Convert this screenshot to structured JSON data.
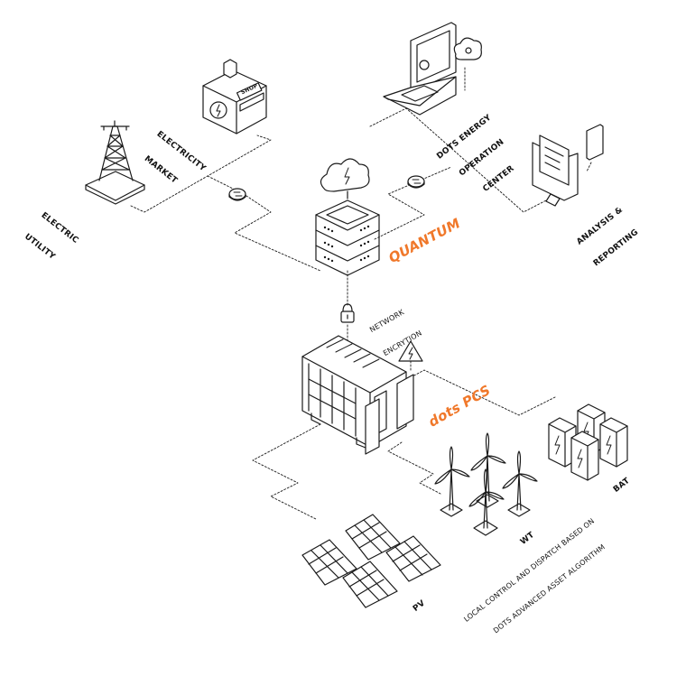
{
  "diagram": {
    "accent_color": "#f0782a",
    "line_color": "#1a1a1a",
    "nodes": {
      "utility": {
        "label_line1": "ELECTRIC",
        "label_line2": "UTILITY",
        "icon": "transmission-tower-icon"
      },
      "market": {
        "label_line1": "ELECTRICITY",
        "label_line2": "MARKET",
        "icon": "shop-icon",
        "sign": "SHOP"
      },
      "operation_center": {
        "label_line1": "DOTS ENERGY",
        "label_line2": "OPERATION",
        "label_line3": "CENTER",
        "icon": "laptop-icon"
      },
      "analysis": {
        "label_line1": "ANALYSIS &",
        "label_line2": "REPORTING",
        "icon": "monitor-report-icon"
      },
      "quantum": {
        "label": "QUANTUM",
        "icon": "server-stack-icon"
      },
      "encryption": {
        "label_line1": "NETWORK",
        "label_line2": "ENCRYTION",
        "icon": "padlock-icon"
      },
      "pcs": {
        "label": "dots PCS",
        "icon": "pcs-cabinet-icon"
      },
      "pv": {
        "label": "PV",
        "icon": "solar-panel-icon"
      },
      "wt": {
        "label": "WT",
        "icon": "wind-turbine-icon"
      },
      "bat": {
        "label": "BAT",
        "icon": "battery-icon"
      }
    },
    "footnote_line1": "LOCAL CONTROL AND DISPATCH BASED ON",
    "footnote_line2": "DOTS ADVANCED ASSET ALGORITHM"
  }
}
